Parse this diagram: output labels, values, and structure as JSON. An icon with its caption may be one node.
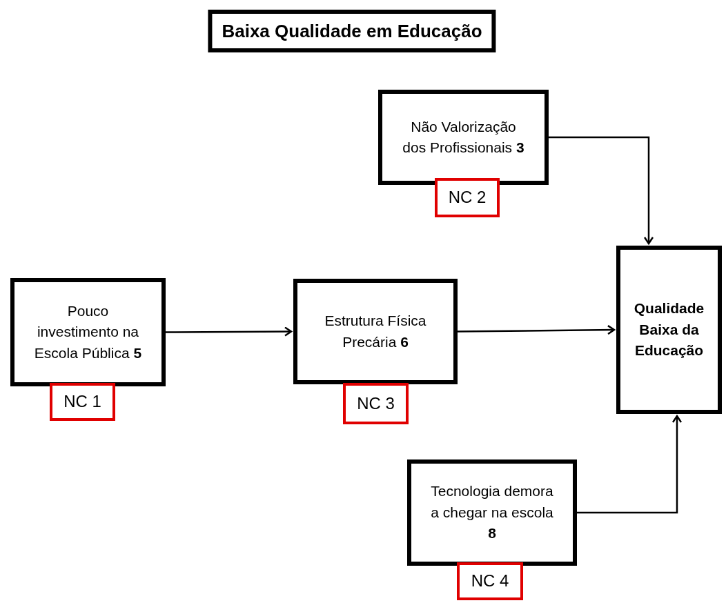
{
  "diagram": {
    "title": "Baixa Qualidade em Educação",
    "nodes": [
      {
        "text": [
          "Não Valorização dos Profissionais **3**"
        ]
      },
      {
        "text": [
          "NC 2"
        ]
      },
      {
        "text": [
          "Pouco investimento na Escola Pública **5**"
        ]
      },
      {
        "text": [
          "NC 1"
        ]
      },
      {
        "text": [
          "Estrutura Física Precária **6**"
        ]
      },
      {
        "text": [
          "NC 3"
        ]
      },
      {
        "text": [
          "Qualidade Baixa da Educação"
        ]
      },
      {
        "text": [
          "Tecnologia demora a chegar na escola **8**"
        ]
      },
      {
        "text": [
          "NC 4"
        ]
      }
    ],
    "edges": [
      {
        "from": 2,
        "to": 4,
        "arrow": "to"
      },
      {
        "from": 4,
        "to": 6,
        "arrow": "to"
      },
      {
        "from": 0,
        "to": 6,
        "arrow": "to"
      },
      {
        "from": 7,
        "to": 6,
        "arrow": "to"
      }
    ]
  }
}
